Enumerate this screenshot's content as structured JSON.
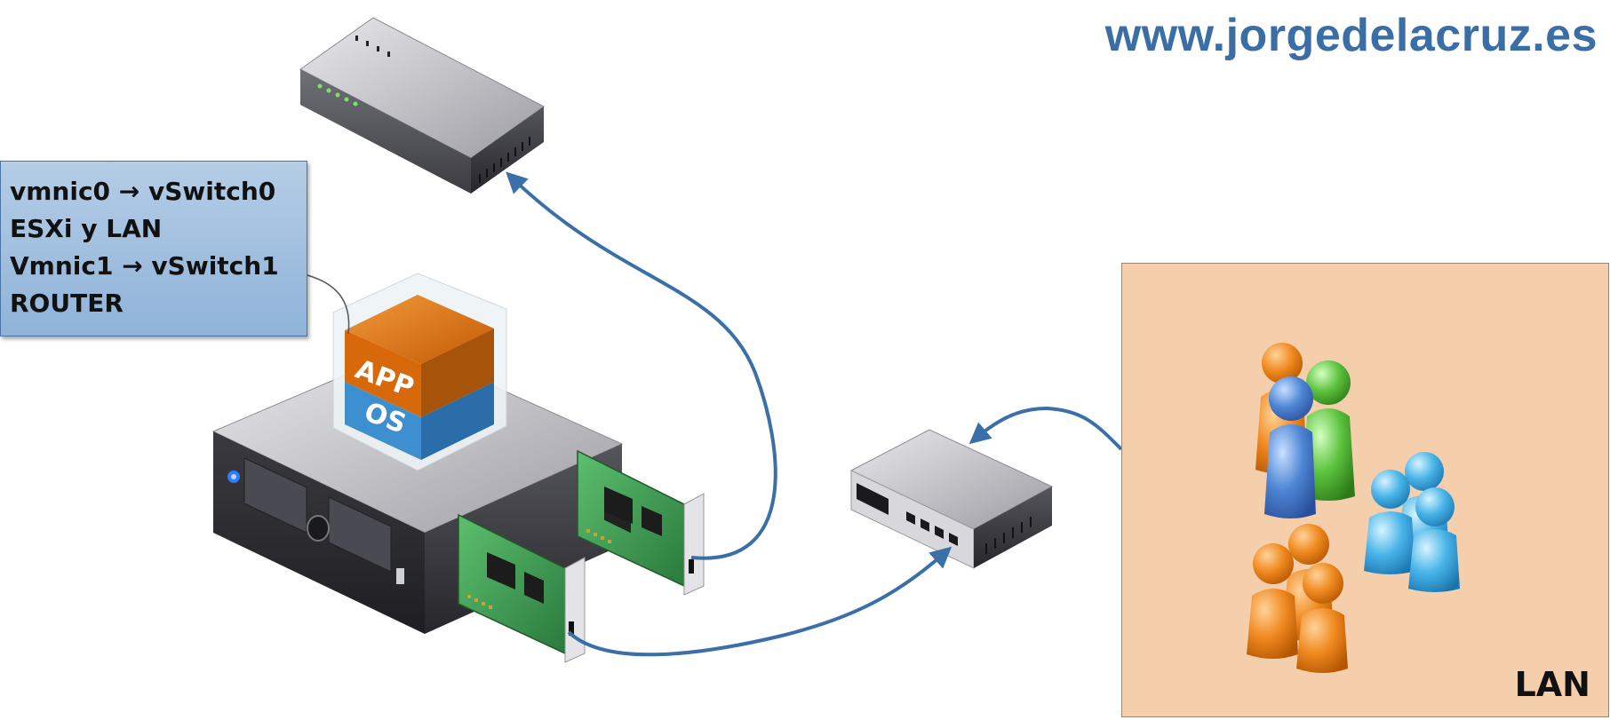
{
  "site_url": "www.jorgedelacruz.es",
  "callout": {
    "lines": [
      "vmnic0 → vSwitch0",
      "ESXi y LAN",
      "Vmnic1 → vSwitch1",
      "ROUTER"
    ]
  },
  "lan": {
    "label": "LAN"
  },
  "vm": {
    "app_label": "APP",
    "os_label": "OS"
  },
  "colors": {
    "link_arrow": "#3a6fa8",
    "url_text": "#3b6ea5",
    "callout_fill": "#a3c1e0",
    "lan_fill": "#f5cfac",
    "app_orange": "#e8760f",
    "os_blue": "#3c8ccc",
    "nic_green": "#3f9a55"
  },
  "icons": [
    "router-icon",
    "server-icon",
    "vm-cube-icon",
    "nic-card-icon",
    "switch-icon",
    "user-group-icon"
  ]
}
